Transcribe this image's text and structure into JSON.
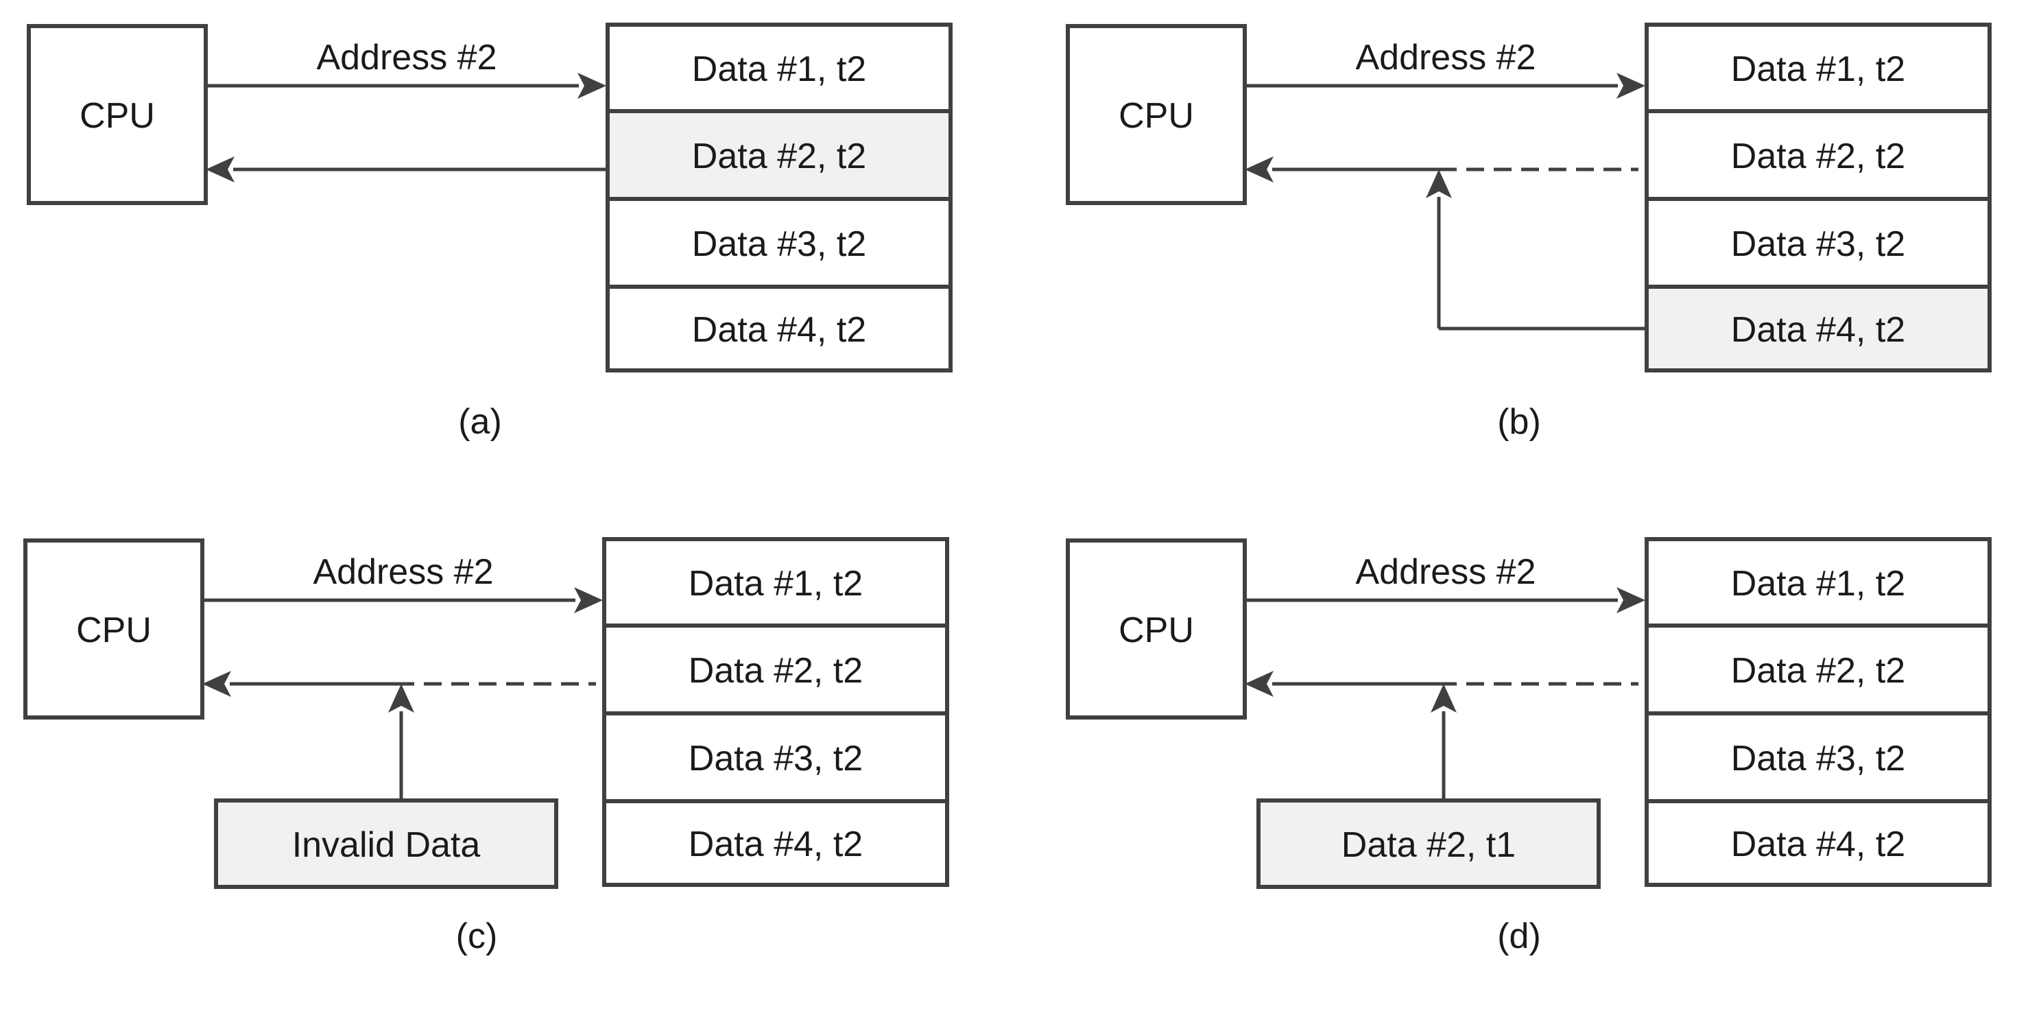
{
  "panels": [
    {
      "label": "(a)",
      "cpu": "CPU",
      "address": "Address #2",
      "memory": [
        "Data #1, t2",
        "Data #2, t2",
        "Data #3, t2",
        "Data #4, t2"
      ],
      "highlighted_row": 1,
      "read_mode": "direct",
      "source_row": null,
      "external": null
    },
    {
      "label": "(b)",
      "cpu": "CPU",
      "address": "Address #2",
      "memory": [
        "Data #1, t2",
        "Data #2, t2",
        "Data #3, t2",
        "Data #4, t2"
      ],
      "highlighted_row": 3,
      "read_mode": "redirect-row",
      "source_row": 3,
      "external": null
    },
    {
      "label": "(c)",
      "cpu": "CPU",
      "address": "Address #2",
      "memory": [
        "Data #1, t2",
        "Data #2, t2",
        "Data #3, t2",
        "Data #4, t2"
      ],
      "highlighted_row": null,
      "read_mode": "external",
      "source_row": null,
      "external": "Invalid Data"
    },
    {
      "label": "(d)",
      "cpu": "CPU",
      "address": "Address #2",
      "memory": [
        "Data #1, t2",
        "Data #2, t2",
        "Data #3, t2",
        "Data #4, t2"
      ],
      "highlighted_row": null,
      "read_mode": "external",
      "source_row": null,
      "external": "Data #2, t1"
    }
  ],
  "colors": {
    "stroke": "#404040",
    "highlight": "#f1f1f1",
    "background": "#ffffff"
  }
}
